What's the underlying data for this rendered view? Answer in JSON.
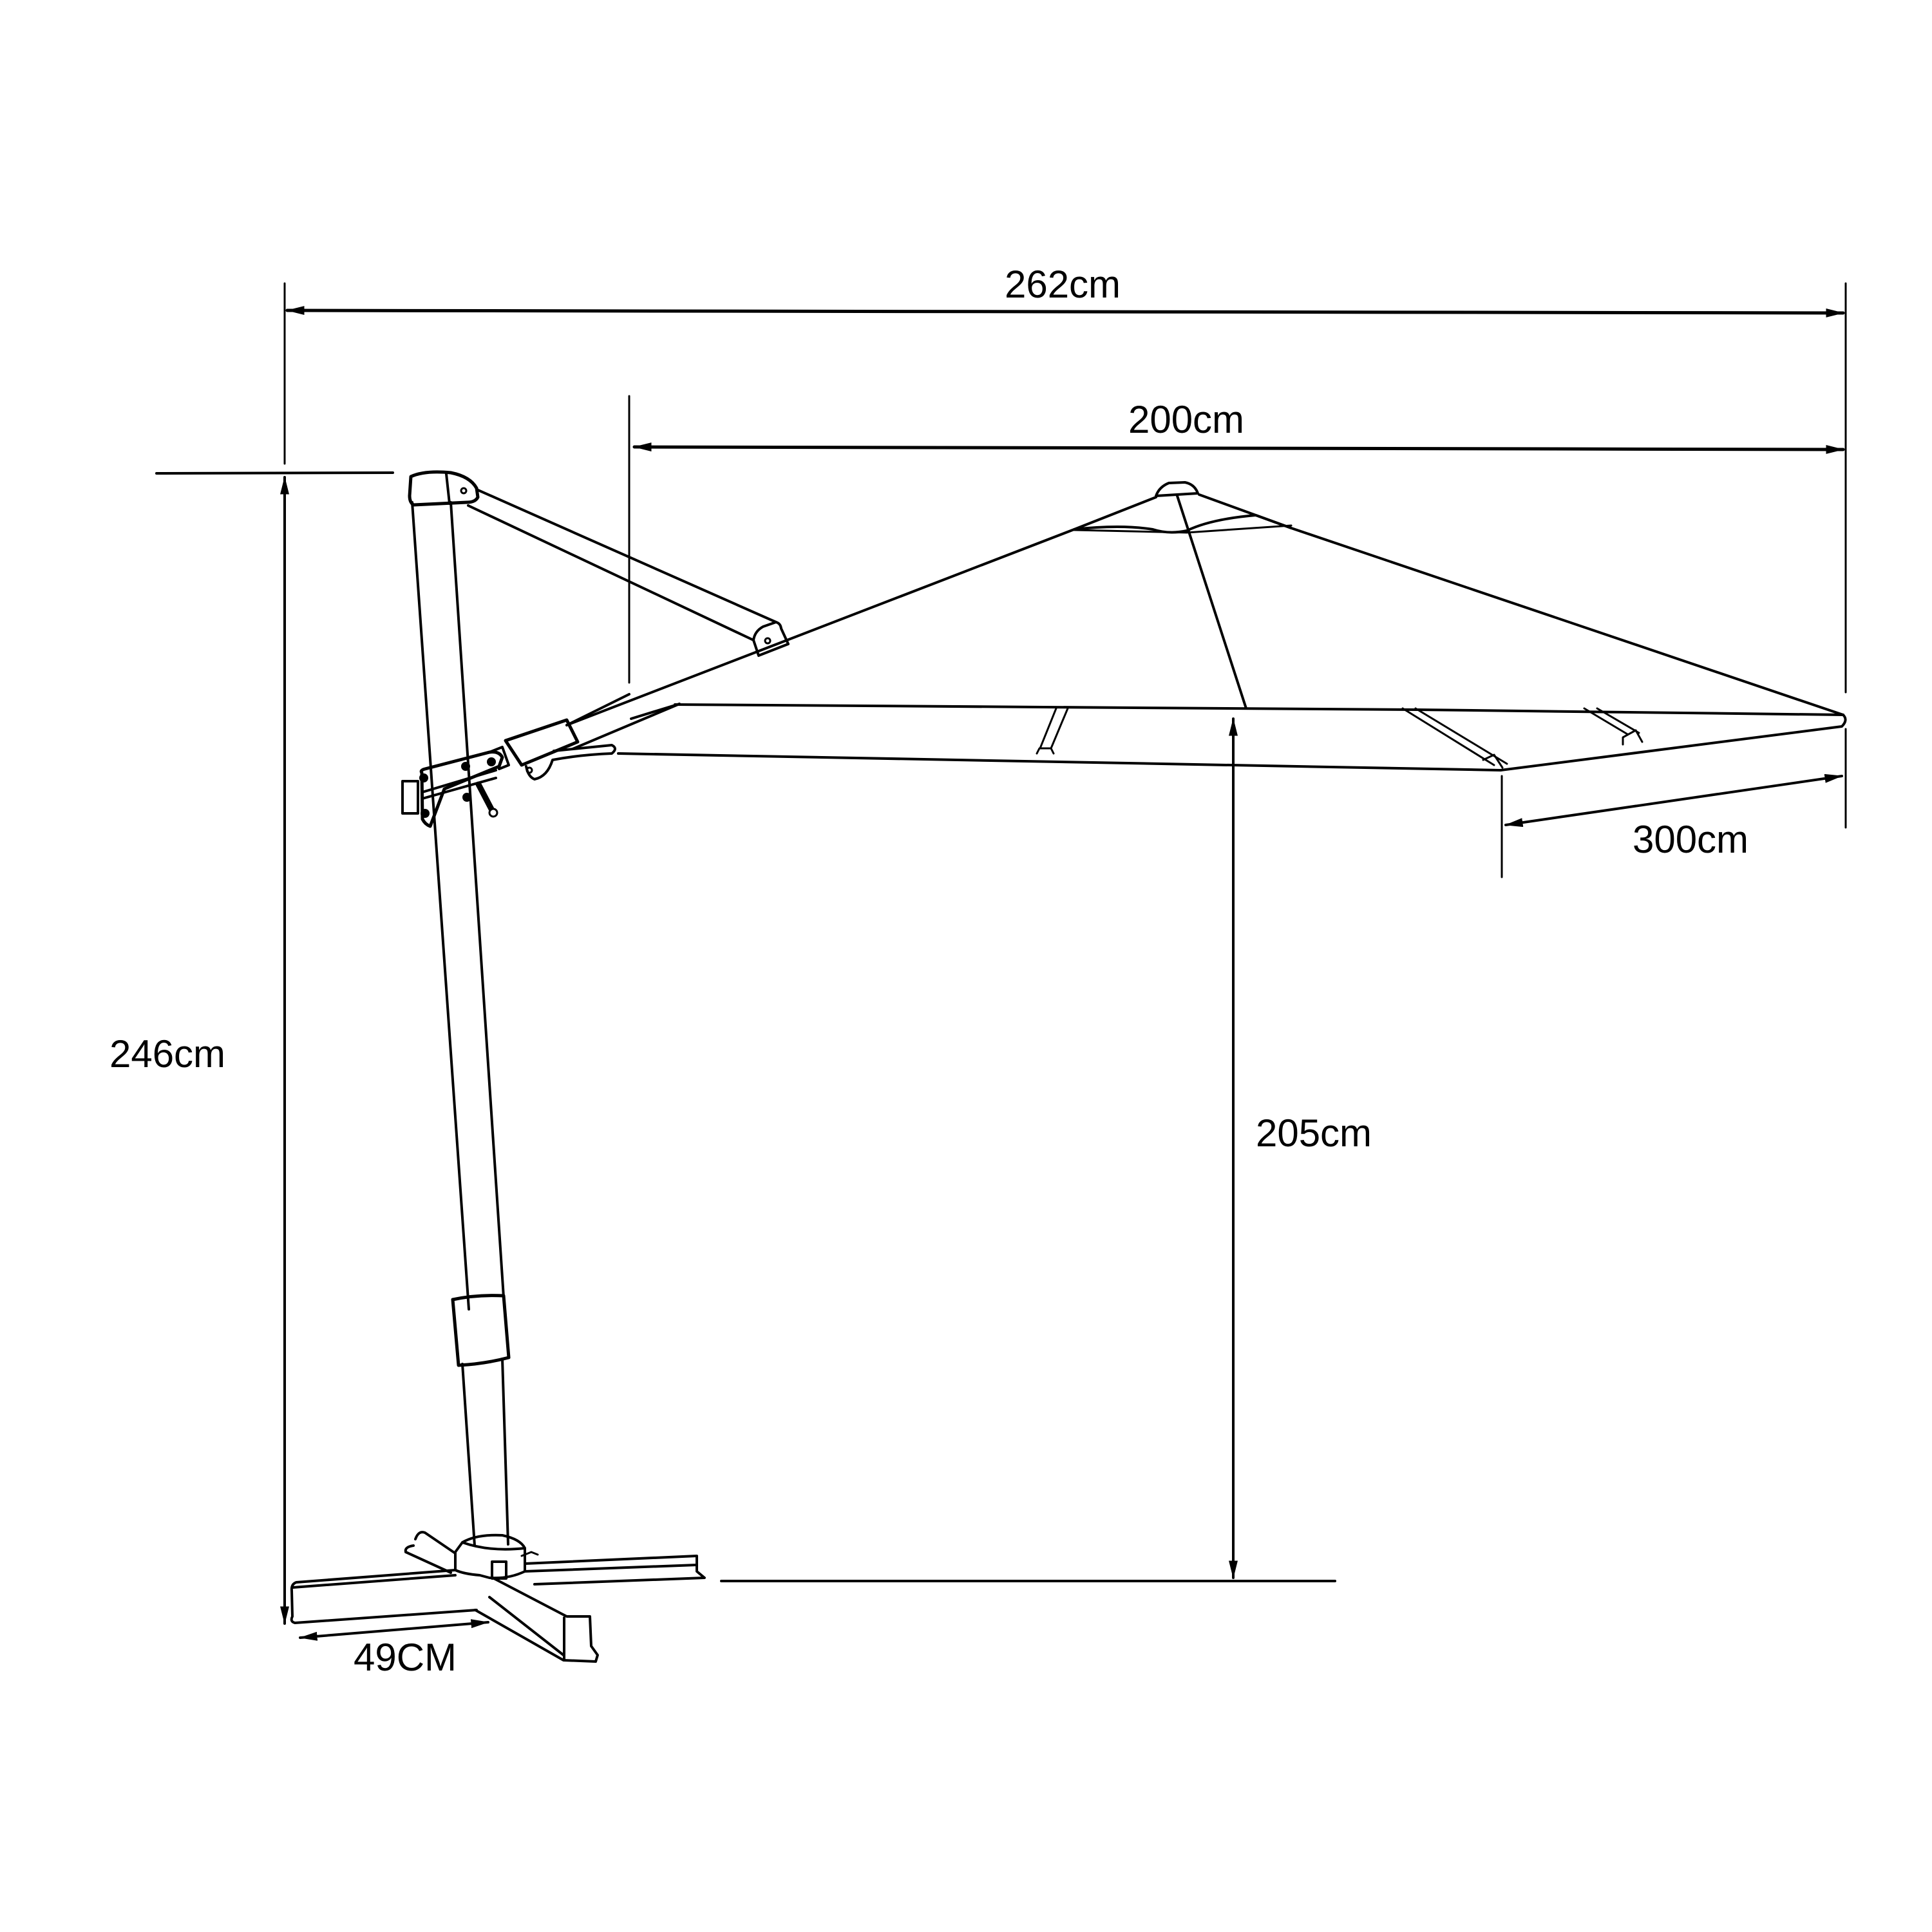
{
  "diagram": {
    "subject": "cantilever patio umbrella with cross base",
    "colors": {
      "line": "#000000",
      "background": "#ffffff"
    }
  },
  "dimensions": {
    "overall_width": {
      "label": "262cm",
      "value": 262,
      "unit": "cm"
    },
    "canopy_reach": {
      "label": "200cm",
      "value": 200,
      "unit": "cm"
    },
    "overall_height": {
      "label": "246cm",
      "value": 246,
      "unit": "cm"
    },
    "clearance_height": {
      "label": "205cm",
      "value": 205,
      "unit": "cm"
    },
    "canopy_size": {
      "label": "300cm",
      "value": 300,
      "unit": "cm"
    },
    "base_arm": {
      "label": "49CM",
      "value": 49,
      "unit": "CM"
    }
  },
  "parts": [
    "pole",
    "pole-top-cap",
    "support-strut",
    "tilt-mechanism",
    "tilt-handle",
    "crank-handle",
    "canopy",
    "canopy-top-vent",
    "canopy-ribs",
    "pole-sleeve",
    "cross-base"
  ]
}
